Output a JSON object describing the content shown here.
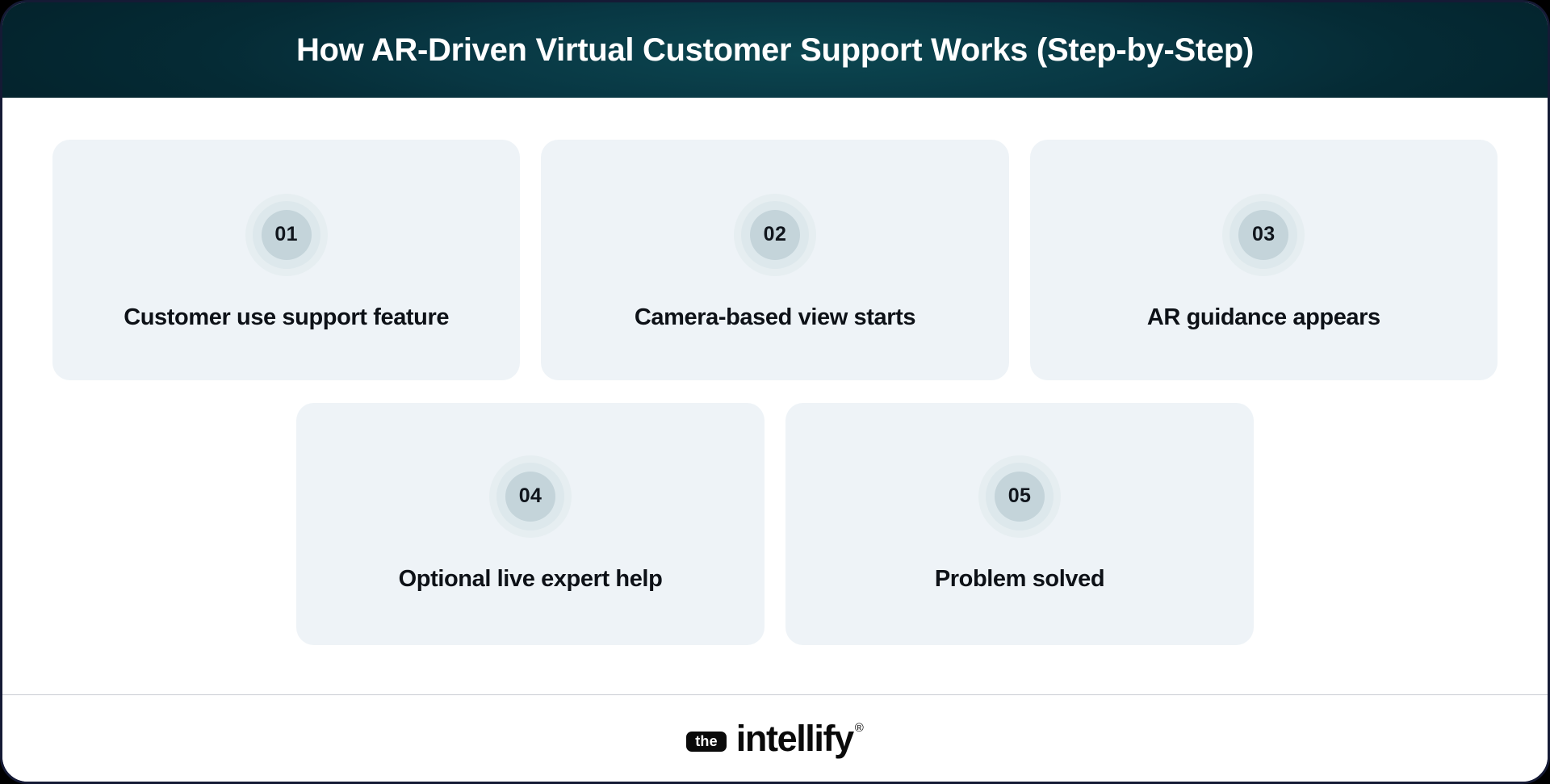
{
  "header": {
    "title": "How AR-Driven Virtual Customer Support Works (Step-by-Step)",
    "background_color": "#05303b",
    "text_color": "#ffffff"
  },
  "steps_row_top": [
    {
      "number": "01",
      "label": "Customer use support feature"
    },
    {
      "number": "02",
      "label": "Camera-based view starts"
    },
    {
      "number": "03",
      "label": "AR guidance appears"
    }
  ],
  "steps_row_bottom": [
    {
      "number": "04",
      "label": "Optional live expert help"
    },
    {
      "number": "05",
      "label": "Problem solved"
    }
  ],
  "footer": {
    "logo_badge_text": "the",
    "logo_word": "intellify",
    "logo_registered_mark": "®"
  },
  "theme": {
    "card_background": "#eef3f7",
    "badge_outer": "#e6eef1",
    "badge_middle": "#dde8ec",
    "badge_inner": "#c4d4da",
    "text_color": "#0d1117",
    "frame_border": "#151a35",
    "divider": "#c9ccd2"
  }
}
